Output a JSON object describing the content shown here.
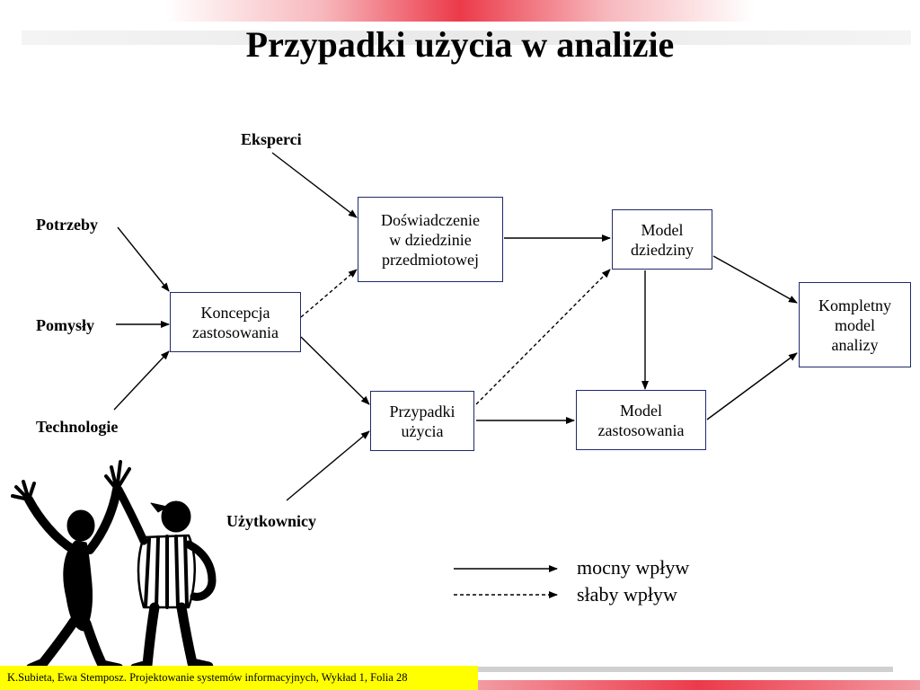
{
  "title": "Przypadki użycia w analizie",
  "sources": {
    "eksperci": "Eksperci",
    "potrzeby": "Potrzeby",
    "pomysly": "Pomysły",
    "technologie": "Technologie",
    "uzytkownicy": "Użytkownicy"
  },
  "boxes": {
    "koncepcja": "Koncepcja\nzastosowania",
    "doswiadczenie": "Doświadczenie\nw dziedzinie\nprzedmiotowej",
    "przypadki": "Przypadki\nużycia",
    "model_dziedziny": "Model\ndziedziny",
    "model_zastosowania": "Model\nzastosowania",
    "kompletny": "Kompletny\nmodel\nanalizy"
  },
  "legend": {
    "strong": "mocny wpływ",
    "weak": "słaby wpływ"
  },
  "footer": "K.Subieta, Ewa Stemposz. Projektowanie systemów informacyjnych, Wykład 1, Folia 28",
  "colors": {
    "box_border": "#1f2a6b",
    "footer_bg": "#ffff00",
    "accent_red": "#ec3a4a"
  }
}
